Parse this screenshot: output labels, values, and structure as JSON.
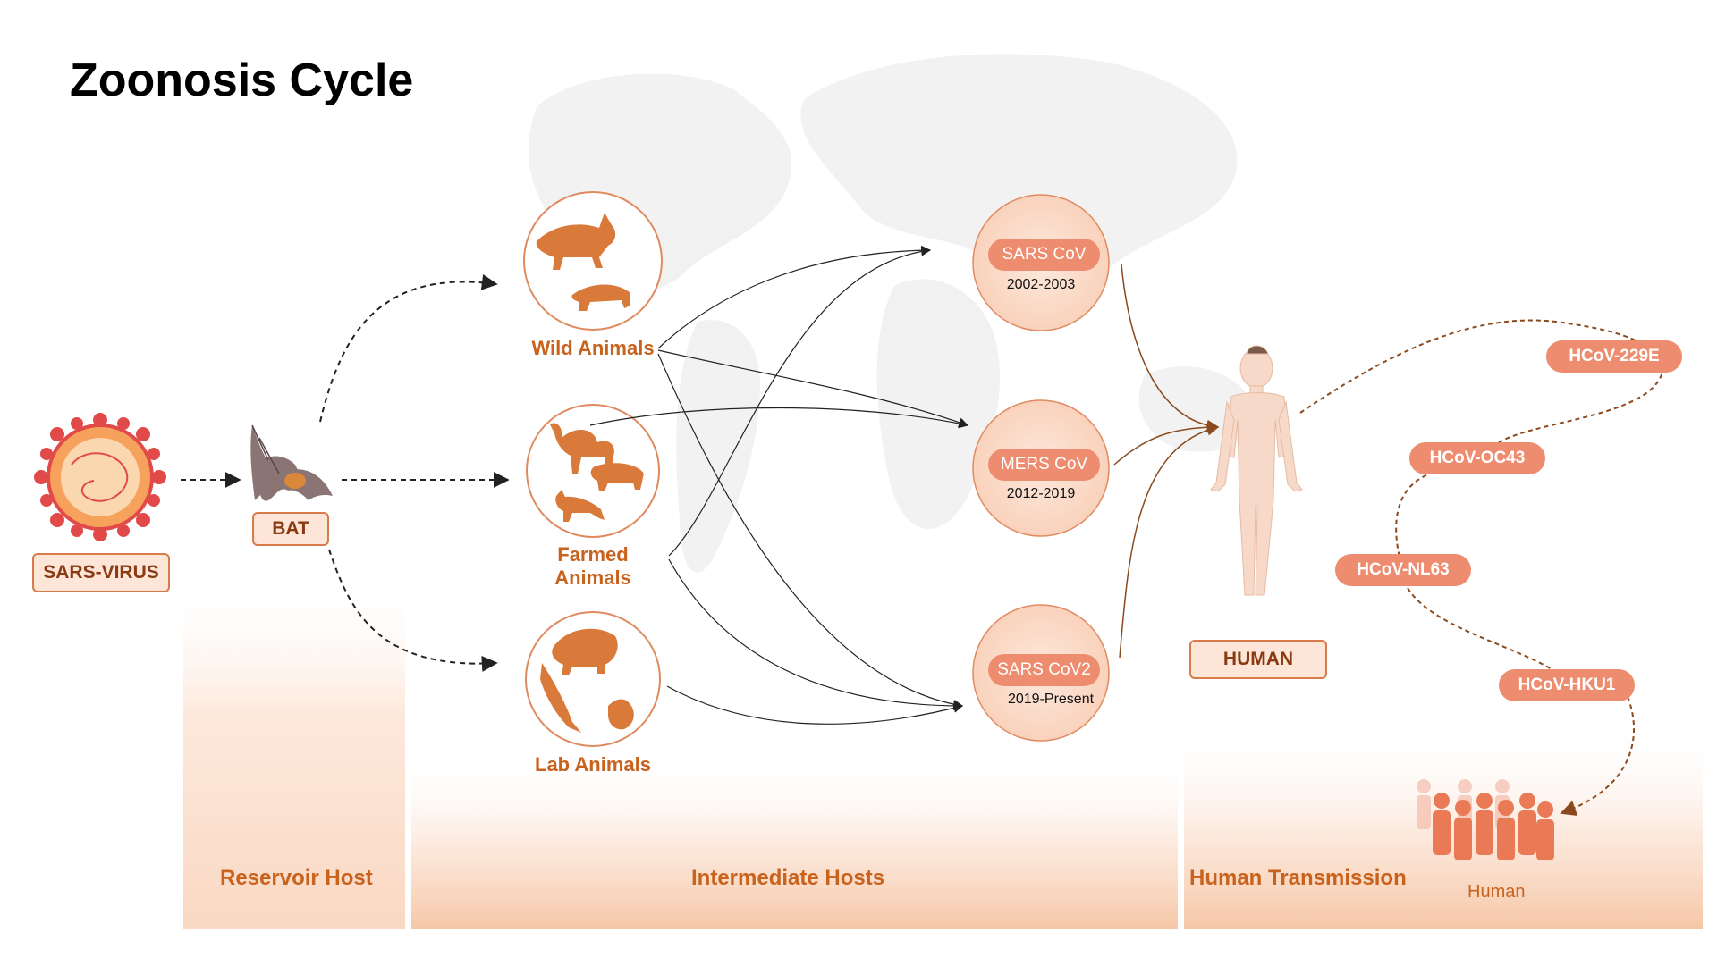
{
  "title": "Zoonosis Cycle",
  "virus": {
    "label": "SARS-VIRUS"
  },
  "reservoir": {
    "label": "BAT"
  },
  "panels": {
    "reservoir": "Reservoir Host",
    "intermediate": "Intermediate Hosts",
    "human": "Human Transmission"
  },
  "intermediate_hosts": [
    {
      "label": "Wild Animals"
    },
    {
      "label": "Farmed Animals"
    },
    {
      "label": "Lab Animals"
    }
  ],
  "outbreaks": [
    {
      "name": "SARS CoV",
      "years": "2002-2003"
    },
    {
      "name": "MERS CoV",
      "years": "2012-2019"
    },
    {
      "name": "SARS CoV2",
      "years": "2019-Present"
    }
  ],
  "human": {
    "label": "HUMAN"
  },
  "human_coronaviruses": [
    "HCoV-229E",
    "HCoV-OC43",
    "HCoV-NL63",
    "HCoV-HKU1"
  ],
  "crowd": {
    "label": "Human"
  },
  "colors": {
    "accent": "#c8621c",
    "pill": "#ee8c70",
    "tag_fill": "#fde6d8",
    "tag_border": "#d97a4a",
    "circle_fill": "#fce1d2",
    "panel_gradient_end": "#f6c7a7"
  }
}
